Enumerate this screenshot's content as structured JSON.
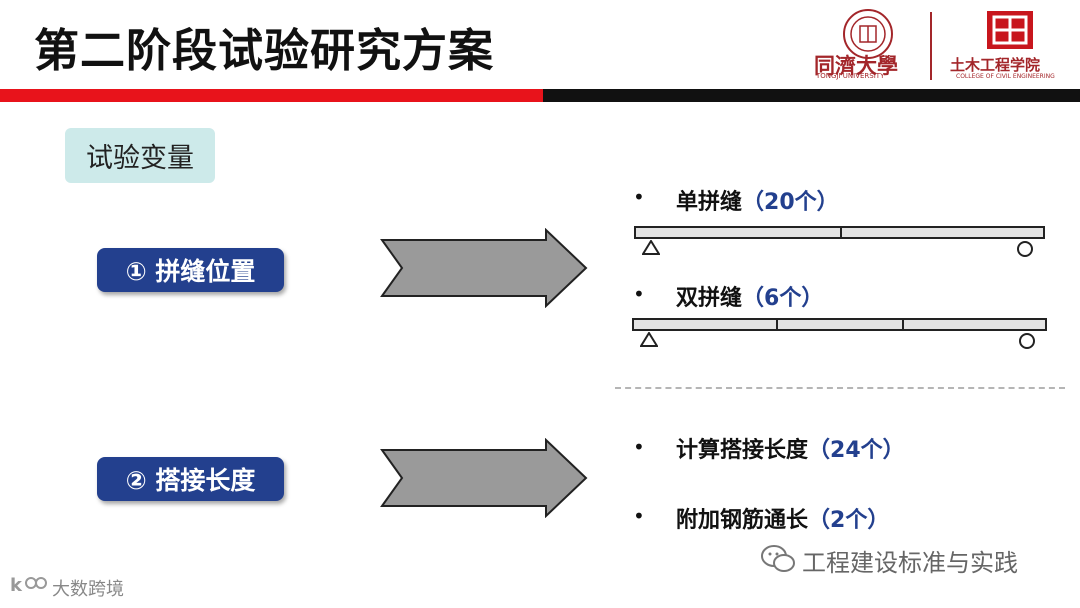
{
  "title": "第二阶段试验研究方案",
  "logos": {
    "university_name": "同濟大學",
    "university_sub": "TONGJI UNIVERSITY",
    "college_name": "土木工程学院",
    "college_sub": "COLLEGE OF CIVIL ENGINEERING"
  },
  "section_label": "试验变量",
  "variables": [
    {
      "label": "① 拼缝位置",
      "items": [
        {
          "name": "单拼缝",
          "count": "（20个）"
        },
        {
          "name": "双拼缝",
          "count": "（6个）"
        }
      ]
    },
    {
      "label": "② 搭接长度",
      "items": [
        {
          "name": "计算搭接长度",
          "count": "（24个）"
        },
        {
          "name": "附加钢筋通长",
          "count": "（2个）"
        }
      ]
    }
  ],
  "watermarks": {
    "right": "工程建设标准与实践",
    "left": "大数跨境"
  },
  "colors": {
    "red_bar": "#e8131b",
    "pill": "#23408e",
    "count_text": "#23408e",
    "label_box": "#cdeaea",
    "logo_red": "#a3262a"
  }
}
